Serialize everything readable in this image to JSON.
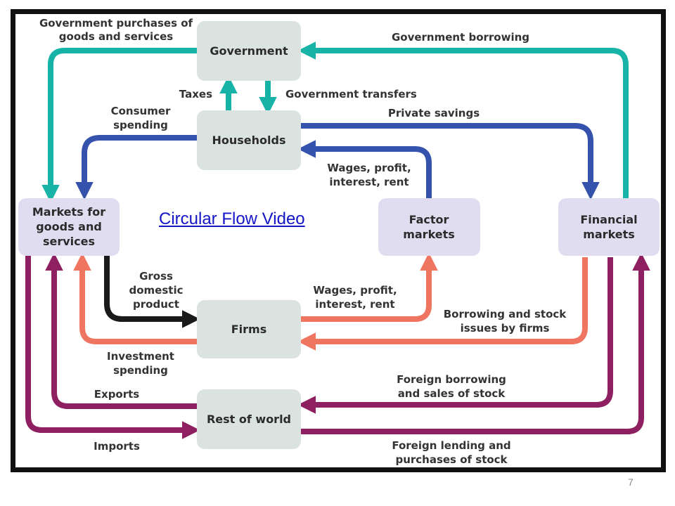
{
  "nodes": {
    "government": "Government",
    "households": "Households",
    "markets_goods": [
      "Markets for",
      "goods and",
      "services"
    ],
    "factor_markets": [
      "Factor",
      "markets"
    ],
    "financial_markets": [
      "Financial",
      "markets"
    ],
    "firms": "Firms",
    "rest_of_world": "Rest of world"
  },
  "flows": {
    "gov_purchases": [
      "Government purchases of",
      "goods and services"
    ],
    "gov_borrowing": "Government borrowing",
    "taxes": "Taxes",
    "gov_transfers": "Government transfers",
    "consumer_spending": [
      "Consumer",
      "spending"
    ],
    "private_savings": "Private savings",
    "wages_households": [
      "Wages, profit,",
      "interest, rent"
    ],
    "gdp": [
      "Gross",
      "domestic",
      "product"
    ],
    "wages_factor": [
      "Wages, profit,",
      "interest, rent"
    ],
    "borrowing_stock": [
      "Borrowing and stock",
      "issues by firms"
    ],
    "investment_spending": [
      "Investment",
      "spending"
    ],
    "exports": "Exports",
    "foreign_borrowing": [
      "Foreign borrowing",
      "and sales of stock"
    ],
    "imports": "Imports",
    "foreign_lending": [
      "Foreign lending and",
      "purchases of stock"
    ]
  },
  "link_text": "Circular Flow Video",
  "slide_number": "7",
  "colors": {
    "government_flow": "#17b3a7",
    "household_flow": "#3553ad",
    "firm_flow": "#ef7560",
    "gdp_flow": "#1a1a1a",
    "foreign_flow": "#8e1f60",
    "node_fill": "#dbe3e0",
    "market_fill": "#e0ddf1"
  }
}
